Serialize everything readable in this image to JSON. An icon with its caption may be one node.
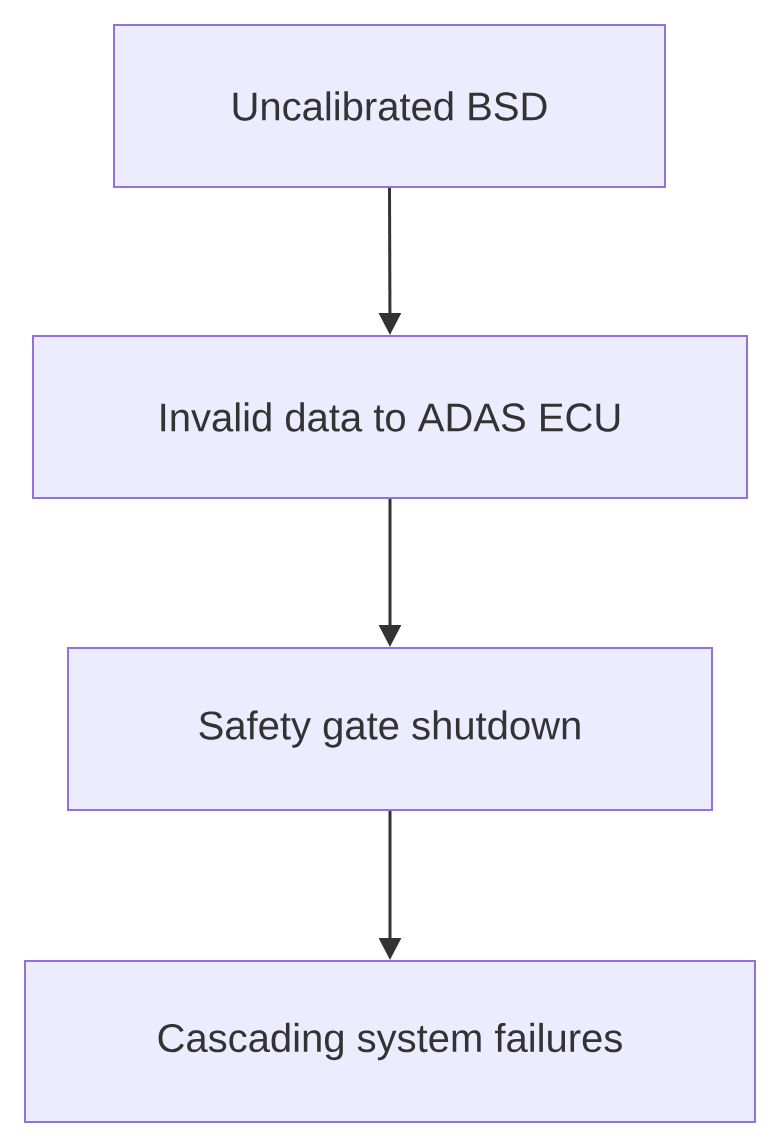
{
  "diagram": {
    "nodes": [
      {
        "text": [
          "Uncalibrated BSD"
        ]
      },
      {
        "text": [
          "Invalid data to ADAS ECU"
        ]
      },
      {
        "text": [
          "Safety gate shutdown"
        ]
      },
      {
        "text": [
          "Cascading system failures"
        ]
      }
    ],
    "edges": [
      {
        "from": 0,
        "to": 1,
        "arrow": "to"
      },
      {
        "from": 1,
        "to": 2,
        "arrow": "to"
      },
      {
        "from": 2,
        "to": 3,
        "arrow": "to"
      }
    ]
  }
}
